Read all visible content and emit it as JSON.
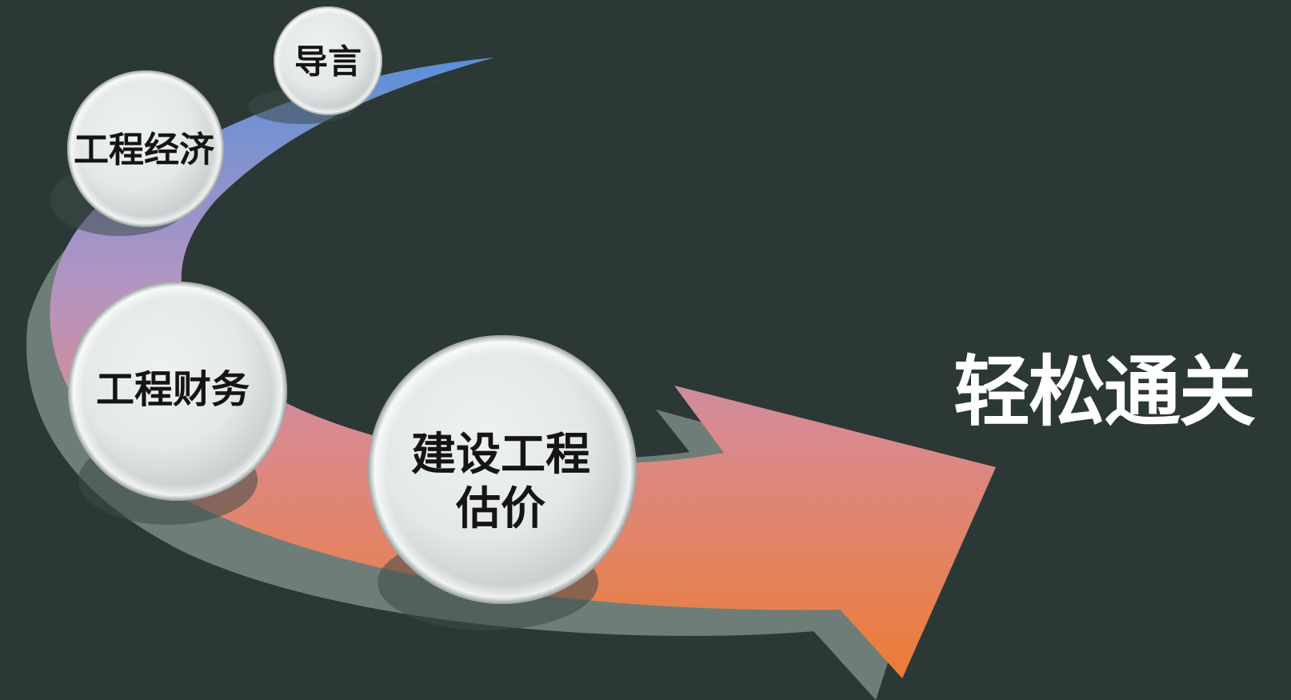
{
  "diagram": {
    "steps": [
      {
        "id": "intro",
        "lines": [
          "导言"
        ]
      },
      {
        "id": "economics",
        "lines": [
          "工程经济"
        ]
      },
      {
        "id": "finance",
        "lines": [
          "工程财务"
        ]
      },
      {
        "id": "estimate",
        "lines": [
          "建设工程",
          "估价"
        ]
      }
    ],
    "headline": "轻松通关"
  },
  "colors": {
    "background": "#2c3836",
    "arrow_start": "#5b8fd8",
    "arrow_middle": "#b795c0",
    "arrow_pink": "#d98a8f",
    "arrow_end": "#e87c3a",
    "arrow_shadow": "#6f7d79",
    "bubble_fill": "#e9ecec",
    "headline": "#ffffff"
  }
}
